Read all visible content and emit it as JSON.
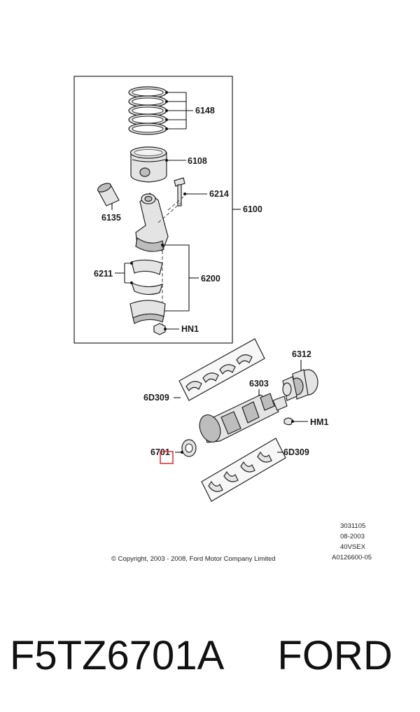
{
  "diagram": {
    "labels": {
      "piston_rings": "6148",
      "piston": "6108",
      "piston_pin": "6135",
      "rod_bolt": "6214",
      "piston_rod_assembly": "6100",
      "rod_bearing_upper": "6211",
      "rod_bearing_set": "6200",
      "rod_nut": "HN1",
      "crank_gear": "6312",
      "crankshaft": "6303",
      "main_bearing_upper": "6D309",
      "main_bearing_lower": "6D309",
      "key": "HM1",
      "rear_seal": "6701"
    },
    "info_block": [
      "3031105",
      "08-2003",
      "40VSEX",
      "A0126600-05"
    ],
    "copyright": "© Copyright, 2003 - 2008, Ford Motor Company Limited",
    "highlight_color": "#e0282e"
  },
  "caption": {
    "part_number": "F5TZ6701A",
    "brand": "FORD"
  }
}
